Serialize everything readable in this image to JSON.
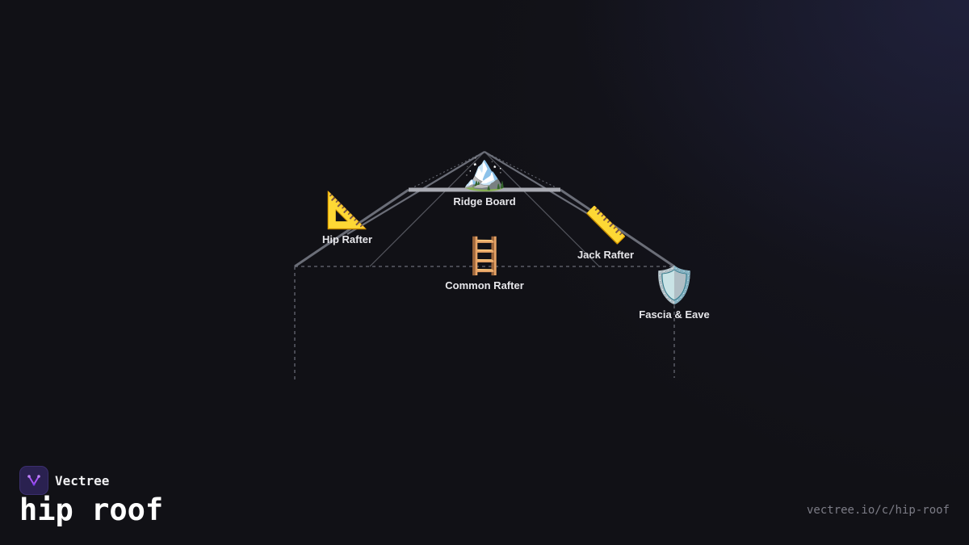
{
  "diagram": {
    "nodes": {
      "ridge_board": {
        "icon": "mountain-icon",
        "glyph": "🏔️",
        "label": "Ridge Board"
      },
      "hip_rafter": {
        "icon": "triangular-ruler-icon",
        "glyph": "📐",
        "label": "Hip Rafter"
      },
      "jack_rafter": {
        "icon": "straight-ruler-icon",
        "glyph": "📏",
        "label": "Jack Rafter"
      },
      "common_rafter": {
        "icon": "ladder-icon",
        "glyph": "🪜",
        "label": "Common Rafter"
      },
      "fascia_eave": {
        "icon": "shield-icon",
        "glyph": "🛡️",
        "label": "Fascia & Eave"
      }
    }
  },
  "footer": {
    "brand_name": "Vectree",
    "title": "hip roof",
    "url": "vectree.io/c/hip-roof"
  },
  "colors": {
    "background": "#111116",
    "roof_line": "#6b6e78",
    "ridge": "#a9abb3",
    "dashed": "#5a5c66",
    "label": "#e6e6ea",
    "logo_accent": "#a855f7"
  }
}
